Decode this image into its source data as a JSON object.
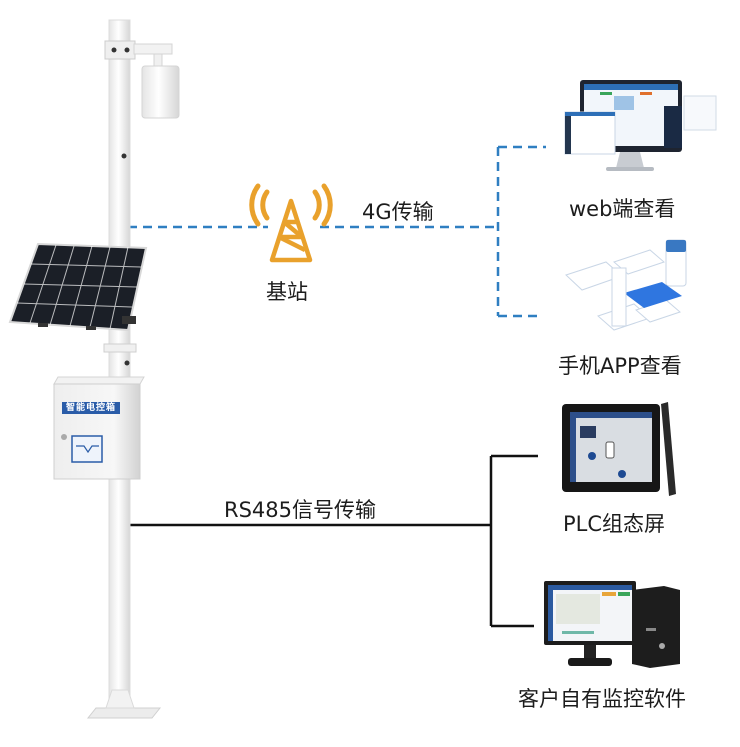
{
  "diagram": {
    "colors": {
      "wireless_line": "#2f7fc1",
      "wired_line": "#111111",
      "tower": "#e9a12c",
      "pole": "#f4f4f4",
      "solar_panel": "#1b1f27",
      "box_label_bg": "#2a5ca8"
    },
    "station": {
      "control_box_label": "智能电控箱",
      "tower_label": "基站",
      "tower_icon": "cell-tower-icon"
    },
    "links": {
      "wireless_label": "4G传输",
      "wired_label": "RS485信号传输"
    },
    "endpoints": [
      {
        "label": "web端查看",
        "icon": "desktop-monitor-icon"
      },
      {
        "label": "手机APP查看",
        "icon": "mobile-app-icon"
      },
      {
        "label": "PLC组态屏",
        "icon": "touch-panel-icon"
      },
      {
        "label": "客户自有监控软件",
        "icon": "desktop-pc-icon"
      }
    ]
  }
}
